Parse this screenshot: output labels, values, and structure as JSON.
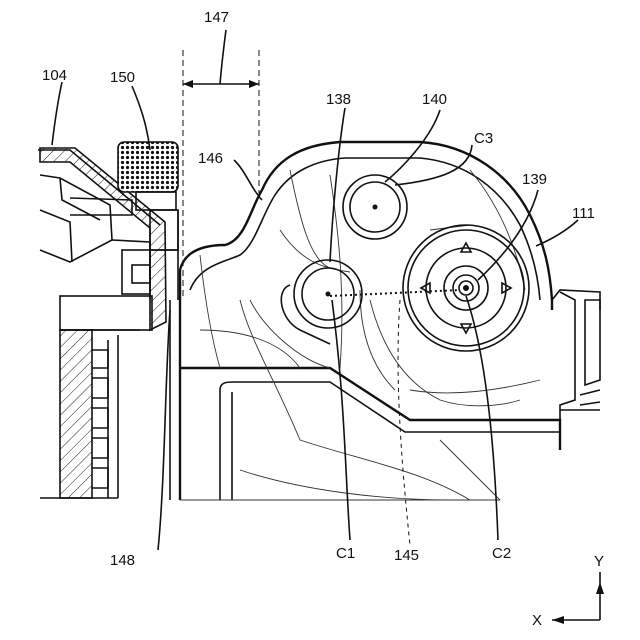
{
  "labels": {
    "l104": "104",
    "l150": "150",
    "l147": "147",
    "l138": "138",
    "l140": "140",
    "l146": "146",
    "lC3": "C3",
    "l139": "139",
    "l111": "111",
    "l148": "148",
    "lC1": "C1",
    "l145": "145",
    "lC2": "C2",
    "axisY": "Y",
    "axisX": "X"
  }
}
